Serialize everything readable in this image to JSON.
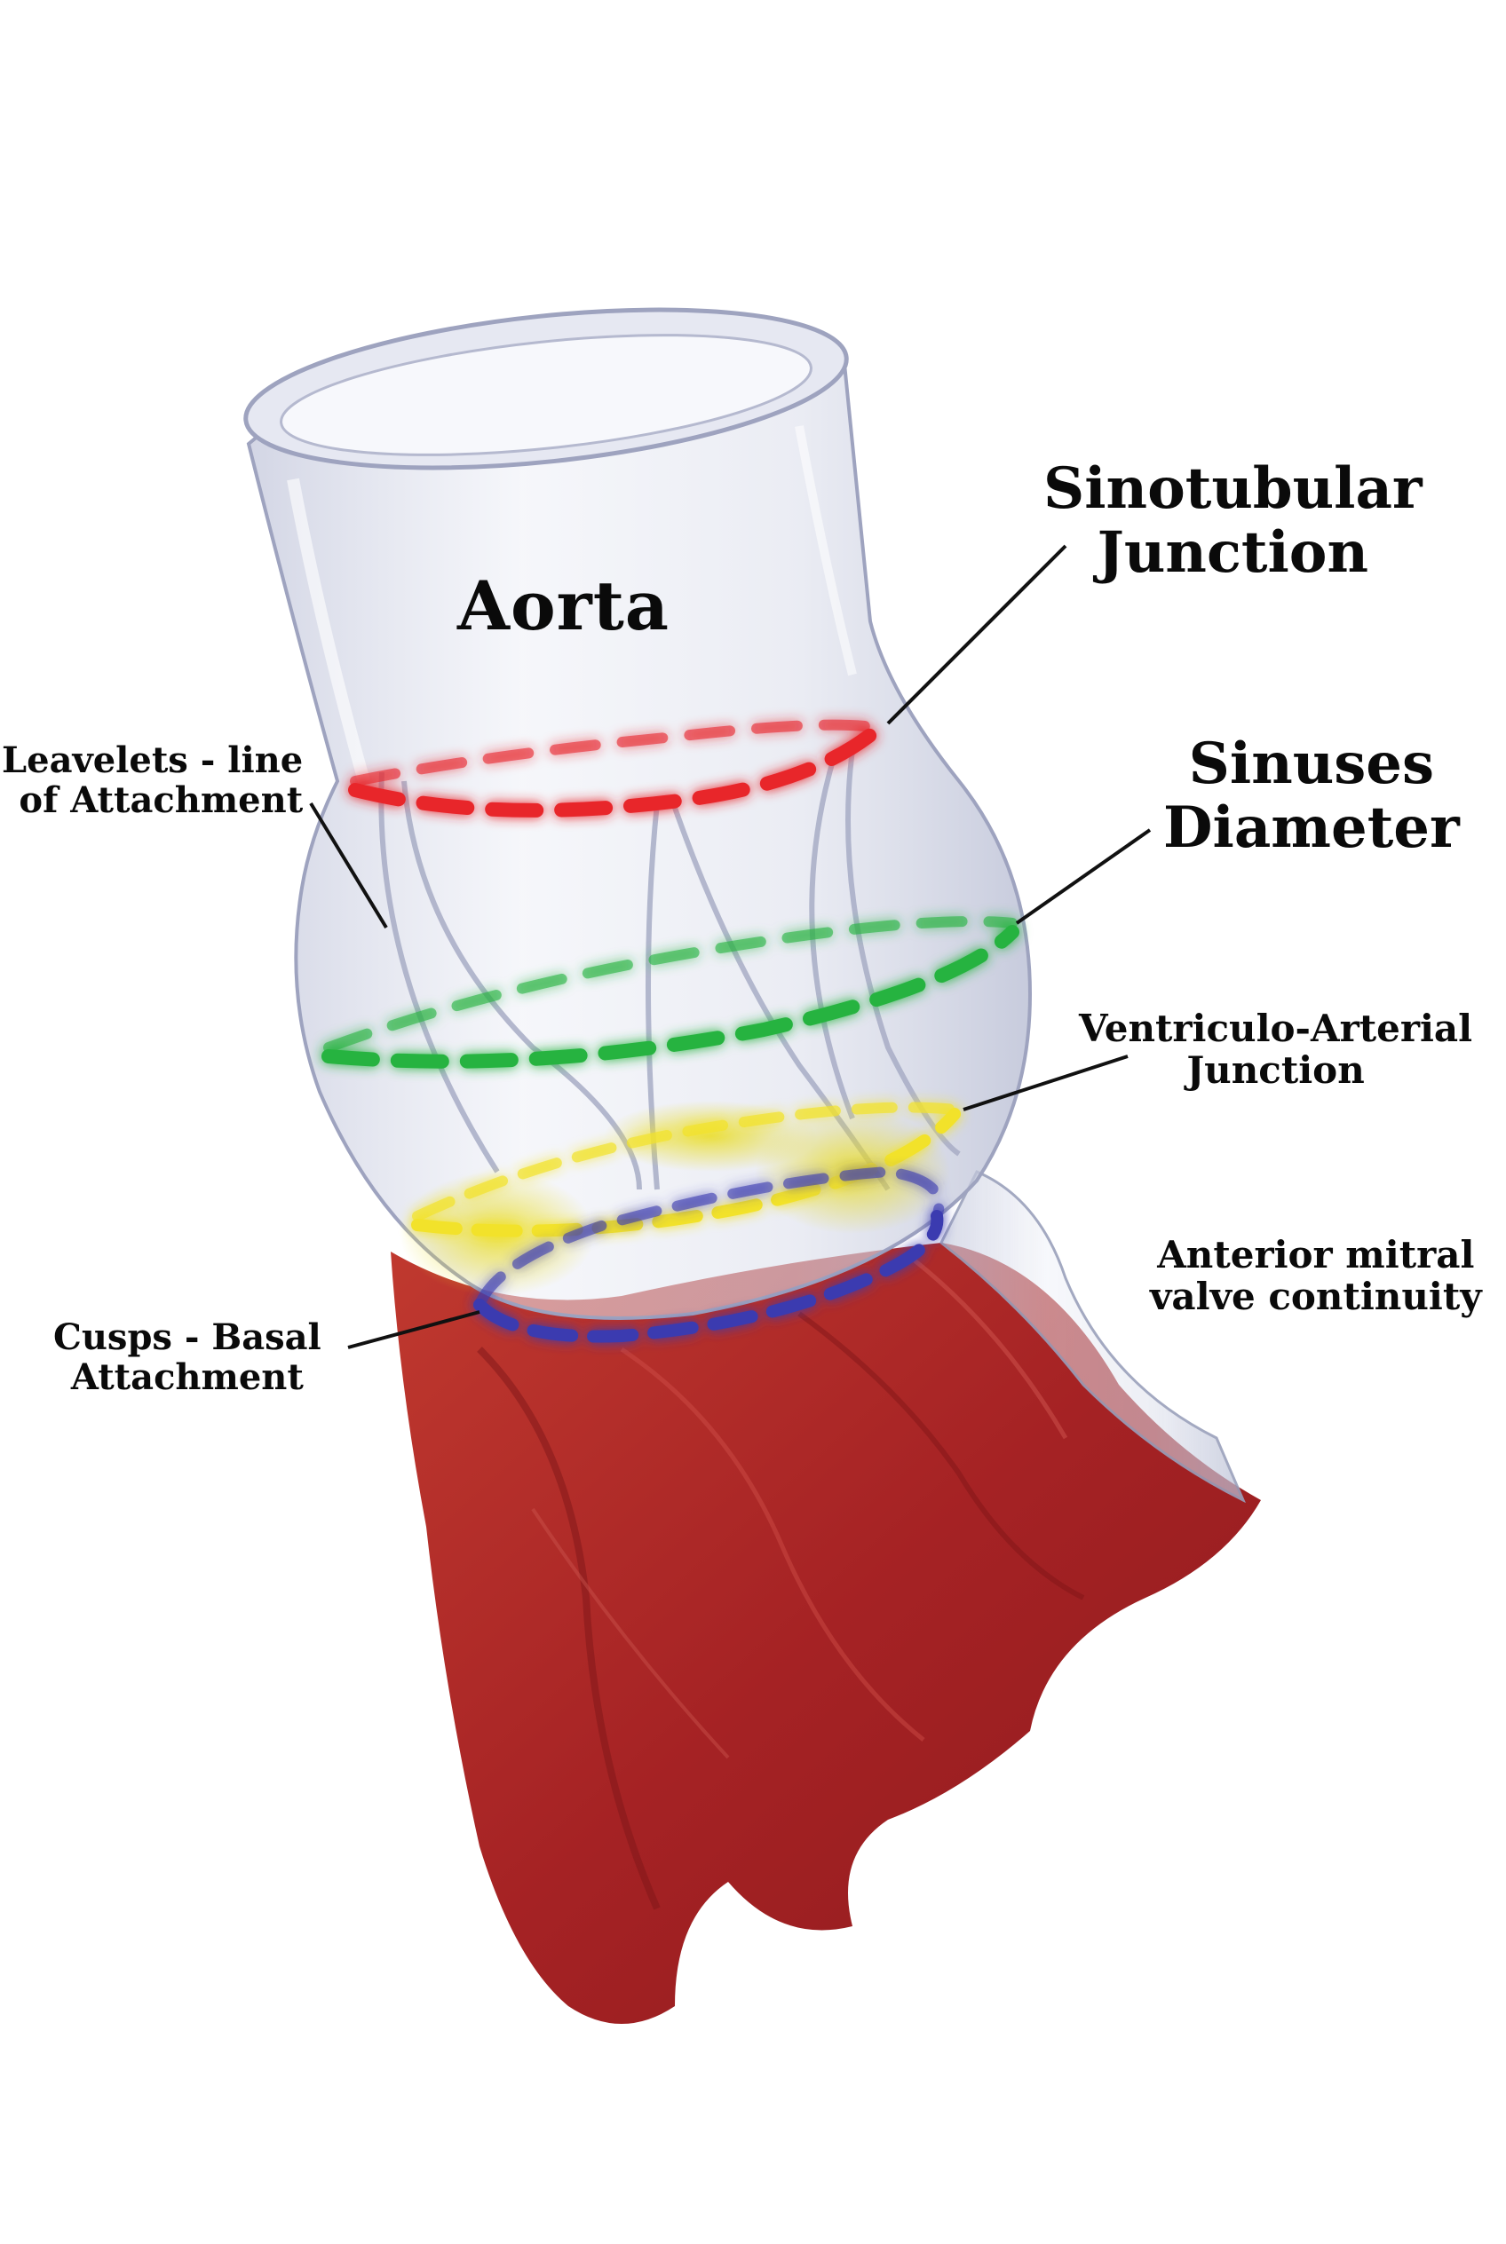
{
  "labels": {
    "aorta": "Aorta",
    "sinotubular": [
      "Sinotubular",
      "Junction"
    ],
    "sinuses": [
      "Sinuses",
      "Diameter"
    ],
    "ventriculo": [
      "Ventriculo-Arterial",
      "Junction"
    ],
    "mitral": [
      "Anterior mitral",
      "valve continuity"
    ],
    "leavelets": [
      "Leavelets - line",
      "of Attachment"
    ],
    "cusps": [
      "Cusps - Basal",
      "Attachment"
    ]
  },
  "colors": {
    "sinotubular_line": "#e8262b",
    "sinuses_line": "#27b340",
    "ventriculo_line": "#f2e22a",
    "basal_line": "#3a3ab0",
    "glass": "#c9cde0",
    "muscle": "#b3262a"
  }
}
